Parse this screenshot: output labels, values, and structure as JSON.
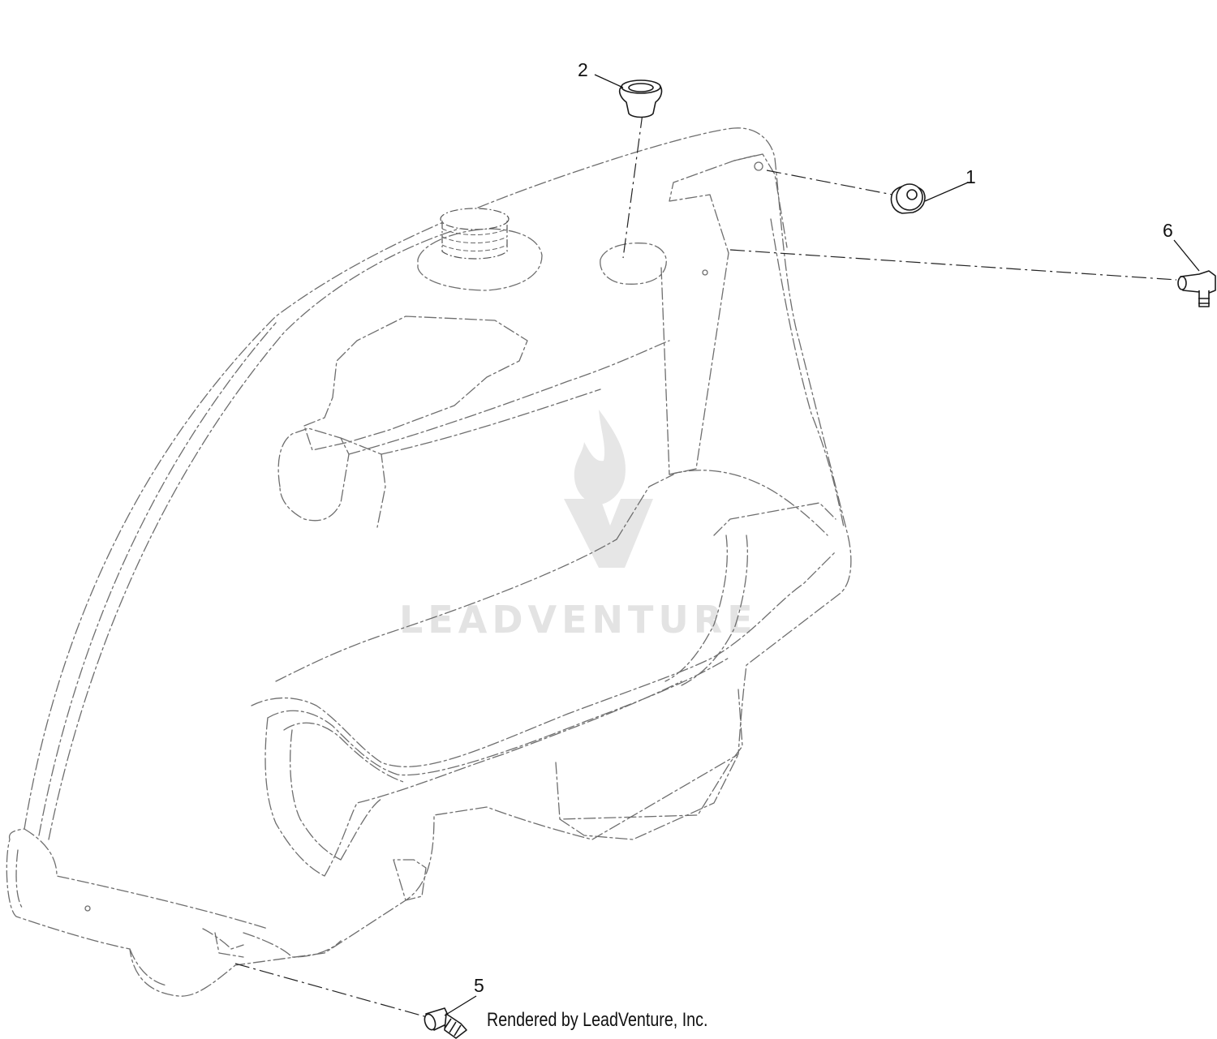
{
  "callouts": [
    {
      "id": "1",
      "label": "1"
    },
    {
      "id": "2",
      "label": "2"
    },
    {
      "id": "5",
      "label": "5"
    },
    {
      "id": "6",
      "label": "6"
    }
  ],
  "watermark": {
    "text": "LEADVENTURE"
  },
  "credit": "Rendered by LeadVenture, Inc.",
  "colors": {
    "line": "#1a1a1a",
    "ghost": "#6e6e6e",
    "watermark": "#e3e3e3",
    "background": "#ffffff"
  }
}
